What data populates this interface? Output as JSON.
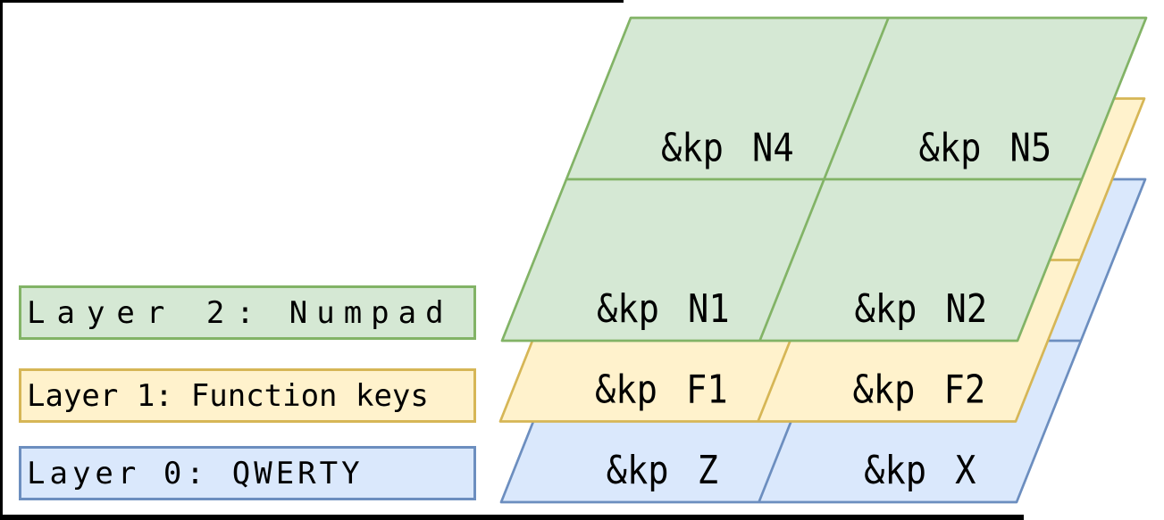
{
  "colors": {
    "green_fill": "#d5e8d4",
    "green_stroke": "#82b366",
    "yellow_fill": "#fff2cc",
    "yellow_stroke": "#d6b656",
    "blue_fill": "#dae8fc",
    "blue_stroke": "#6c8ebf",
    "label_text": "#000000",
    "frame": "#000000",
    "canvas_bg": "#ffffff"
  },
  "legend": [
    {
      "prefix": "Layer 2:",
      "name": "Numpad"
    },
    {
      "prefix": "Layer 1:",
      "name": "Function keys"
    },
    {
      "prefix": "Layer 0:",
      "name": "QWERTY"
    }
  ],
  "layers": [
    {
      "title": "Numpad",
      "cells": {
        "top_left": "&kp N4",
        "top_right": "&kp N5",
        "bottom_left": "&kp N1",
        "bottom_right": "&kp N2"
      }
    },
    {
      "title": "Function keys",
      "cells": {
        "bottom_left": "&kp F1",
        "bottom_right": "&kp F2"
      }
    },
    {
      "title": "QWERTY",
      "cells": {
        "bottom_left": "&kp Z",
        "bottom_right": "&kp X"
      }
    }
  ]
}
